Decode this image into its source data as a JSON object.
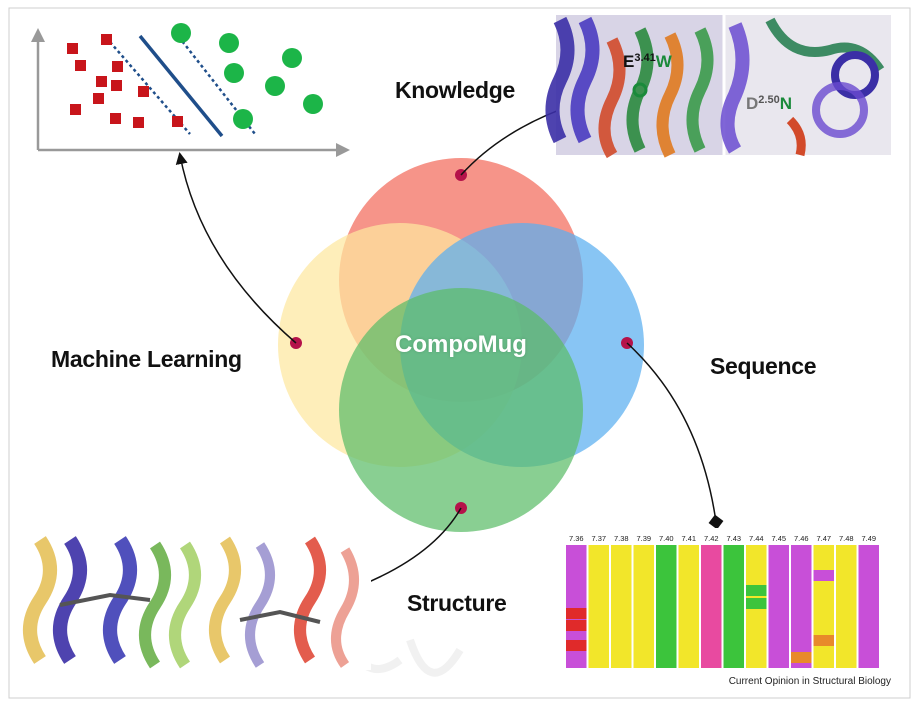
{
  "center_label": "CompoMug",
  "labels": {
    "knowledge": "Knowledge",
    "machine_learning": "Machine Learning",
    "sequence": "Sequence",
    "structure": "Structure"
  },
  "caption": "Current Opinion in Structural Biology",
  "knowledge_panel": {
    "residue1": {
      "letter": "E",
      "index": "3.41",
      "mut": "W"
    },
    "residue2": {
      "letter": "D",
      "index": "2.50",
      "mut": "N"
    }
  },
  "alignment": {
    "columns": [
      "7.36",
      "7.37",
      "7.38",
      "7.39",
      "7.40",
      "7.41",
      "7.42",
      "7.43",
      "7.44",
      "7.45",
      "7.46",
      "7.47",
      "7.48",
      "7.49"
    ]
  },
  "colors": {
    "knowledge": "#f26b5b",
    "machine_learning": "#fde9a6",
    "sequence": "#5aaef0",
    "structure": "#5cbd68",
    "node": "#b5124a"
  }
}
